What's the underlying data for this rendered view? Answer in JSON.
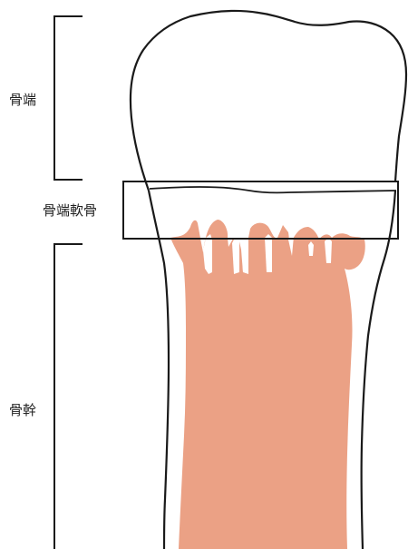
{
  "labels": {
    "epiphysis": "骨端",
    "growth_plate": "骨端軟骨",
    "diaphysis": "骨幹"
  },
  "colors": {
    "outline": "#1a1a1a",
    "cancellous_bone": "#eba185",
    "background": "#ffffff"
  }
}
